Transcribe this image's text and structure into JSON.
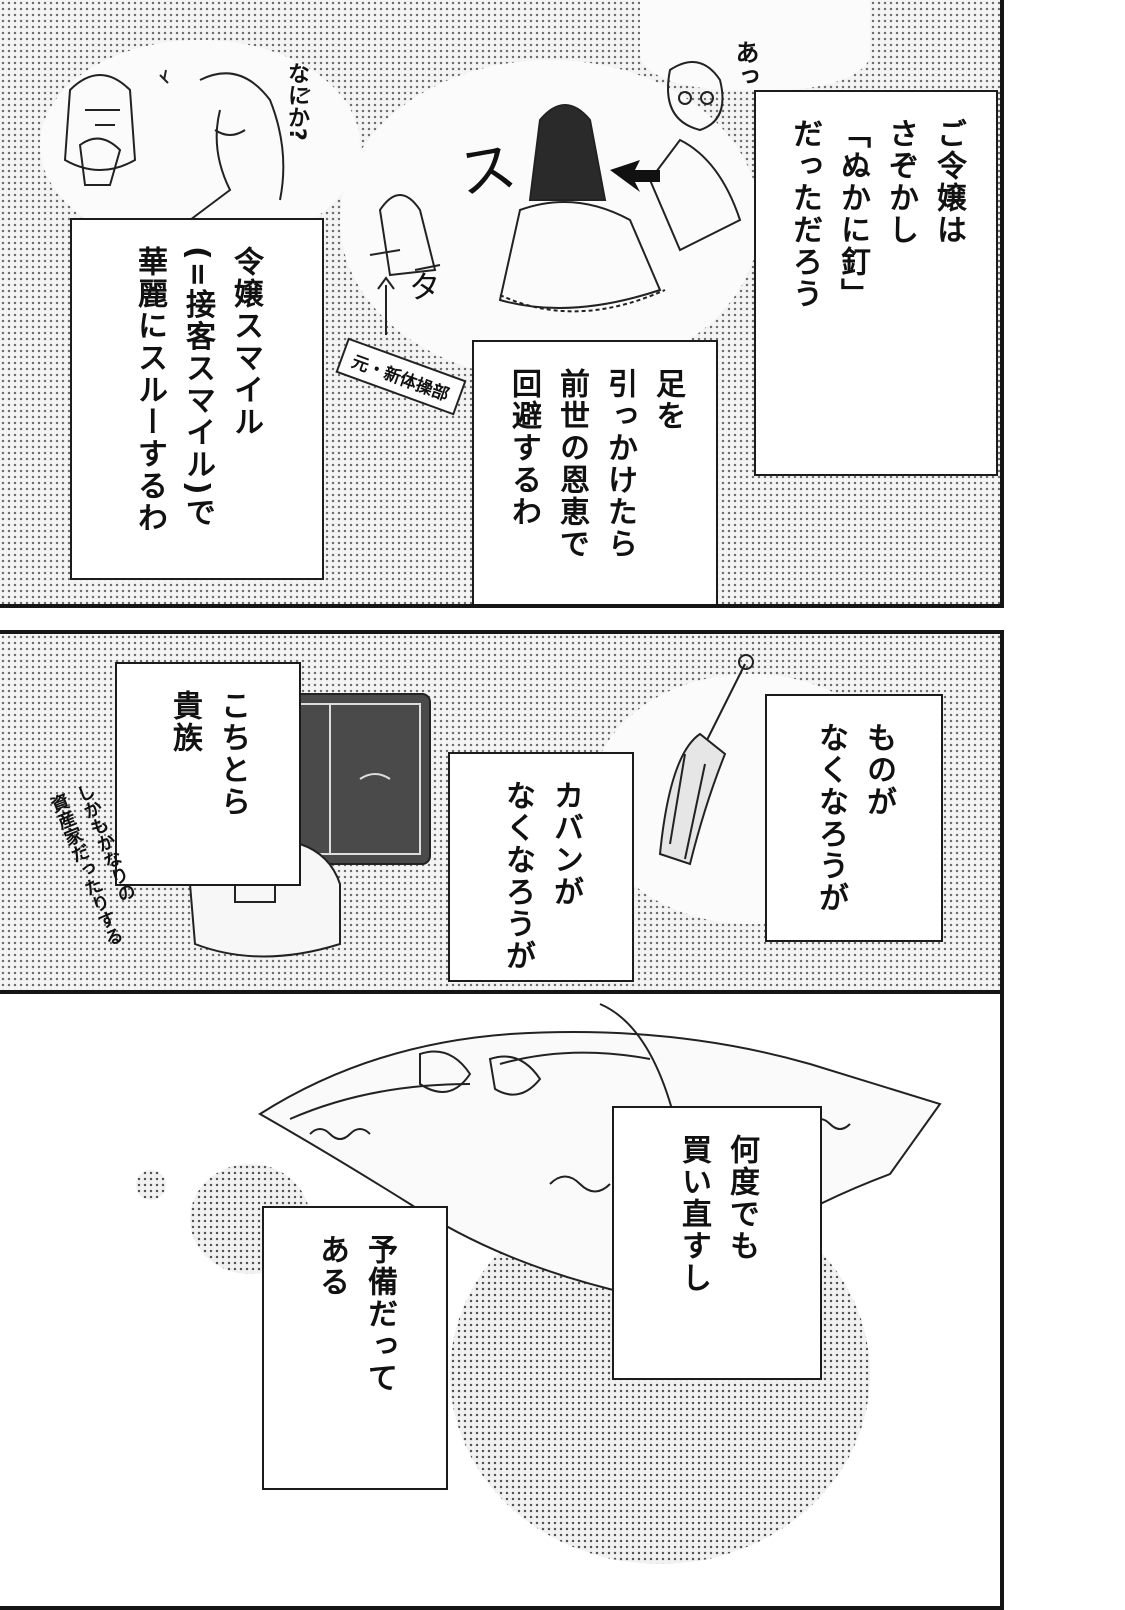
{
  "panels": {
    "top": {
      "caption_a": "ご令嬢は\nさぞかし\n「ぬかに釘」\nだっただろう",
      "caption_b": "足を\n引っかけたら\n前世の恩恵で\n回避するわ",
      "caption_c": "令嬢スマイル\n(=接客スマイル)で\n華麗にスルーするわ",
      "sfx_nanika": "なにか?",
      "sfx_a": "あっ",
      "sfx_su": "ス",
      "sfx_ta": "タ",
      "label_former": "元・新体操部"
    },
    "middle": {
      "caption_a": "ものが\nなくなろうが",
      "caption_b": "カバンが\nなくなろうが",
      "caption_c": "こちとら\n貴族",
      "aside": "しかもかなりの\n資産家だったりする"
    },
    "bottom": {
      "caption_a": "何度でも\n買い直すし",
      "caption_b": "予備だって\nある"
    }
  }
}
